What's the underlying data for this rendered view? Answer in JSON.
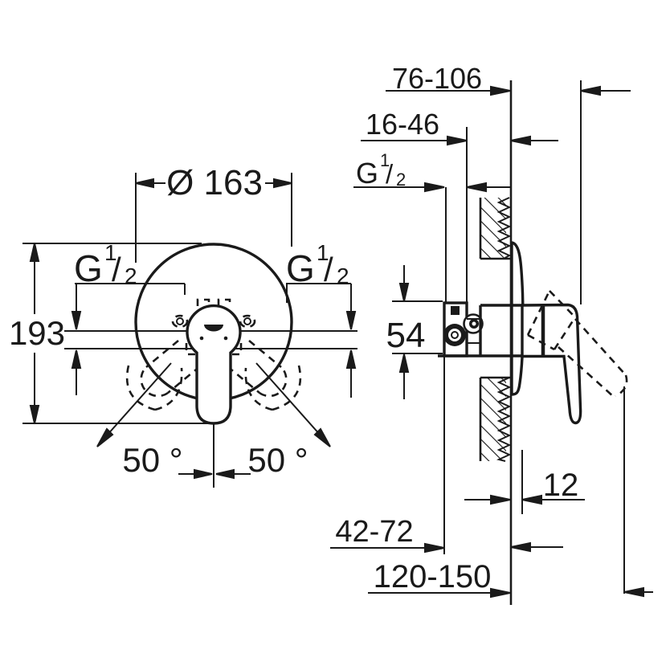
{
  "drawing_type": "technical-dimension-diagram",
  "front_view": {
    "diameter": "Ø 163",
    "height": "193",
    "angle_left": "50 °",
    "angle_right": "50 °"
  },
  "side_view": {
    "projection_range": "76-106",
    "wall_depth_range": "16-46",
    "center_offset": "54",
    "plate_thickness": "12",
    "min_depth_range": "42-72",
    "handle_reach_range": "120-150"
  },
  "g_half": {
    "base": "G",
    "sup": "1",
    "slash": "/",
    "sub": "2"
  },
  "colors": {
    "ink": "#1a1a1a",
    "background": "#ffffff"
  }
}
